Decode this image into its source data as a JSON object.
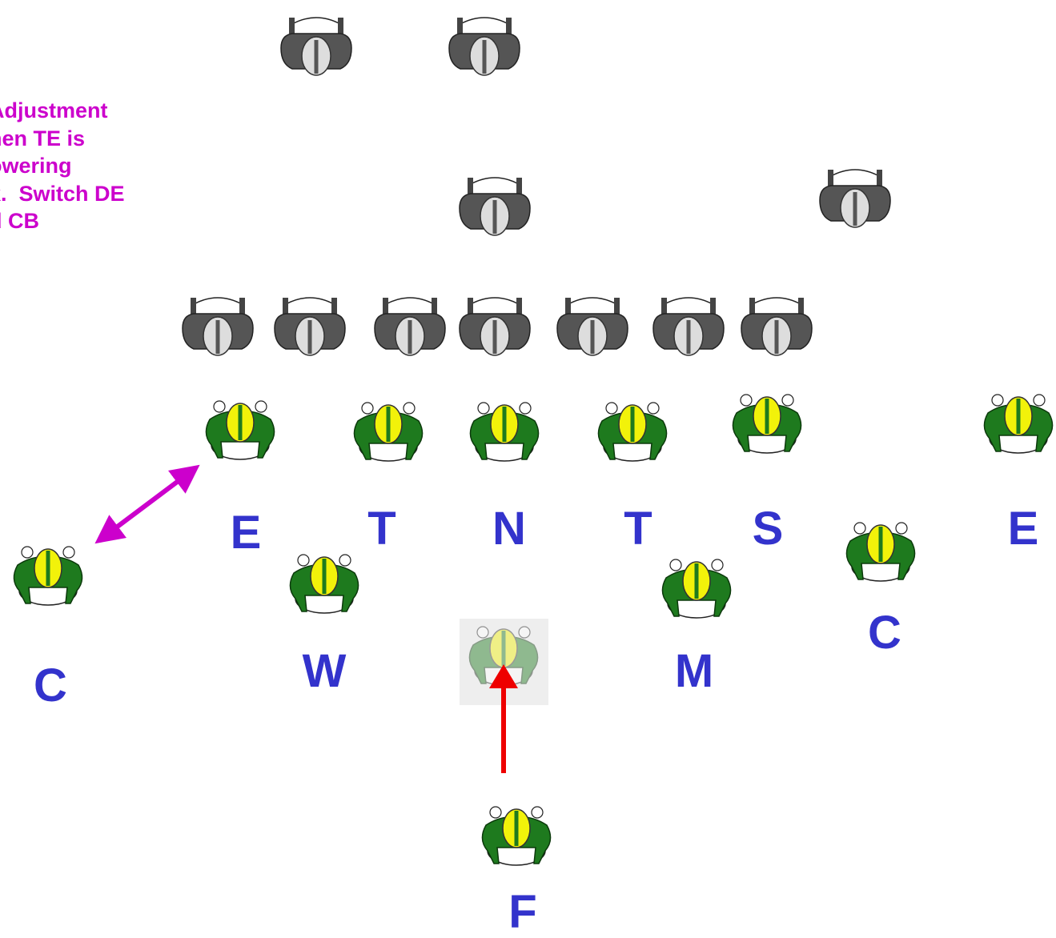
{
  "note": {
    "lines": [
      "Adjustment",
      "hen TE is",
      "owering",
      "k.  Switch DE",
      "d CB"
    ],
    "color": "#cc00cc"
  },
  "colors": {
    "label": "#3333cc",
    "defense_jersey": "#1e7a1e",
    "defense_helmet": "#f2f20a",
    "offense_jersey": "#555555",
    "offense_helmet": "#dddddd",
    "move_arrow": "#ee0000",
    "switch_arrow": "#cc00cc"
  },
  "labels": {
    "e_left": "E",
    "t_left": "T",
    "n": "N",
    "t_right": "T",
    "s": "S",
    "e_right": "E",
    "c_left": "C",
    "w": "W",
    "m": "M",
    "c_right": "C",
    "f": "F"
  }
}
